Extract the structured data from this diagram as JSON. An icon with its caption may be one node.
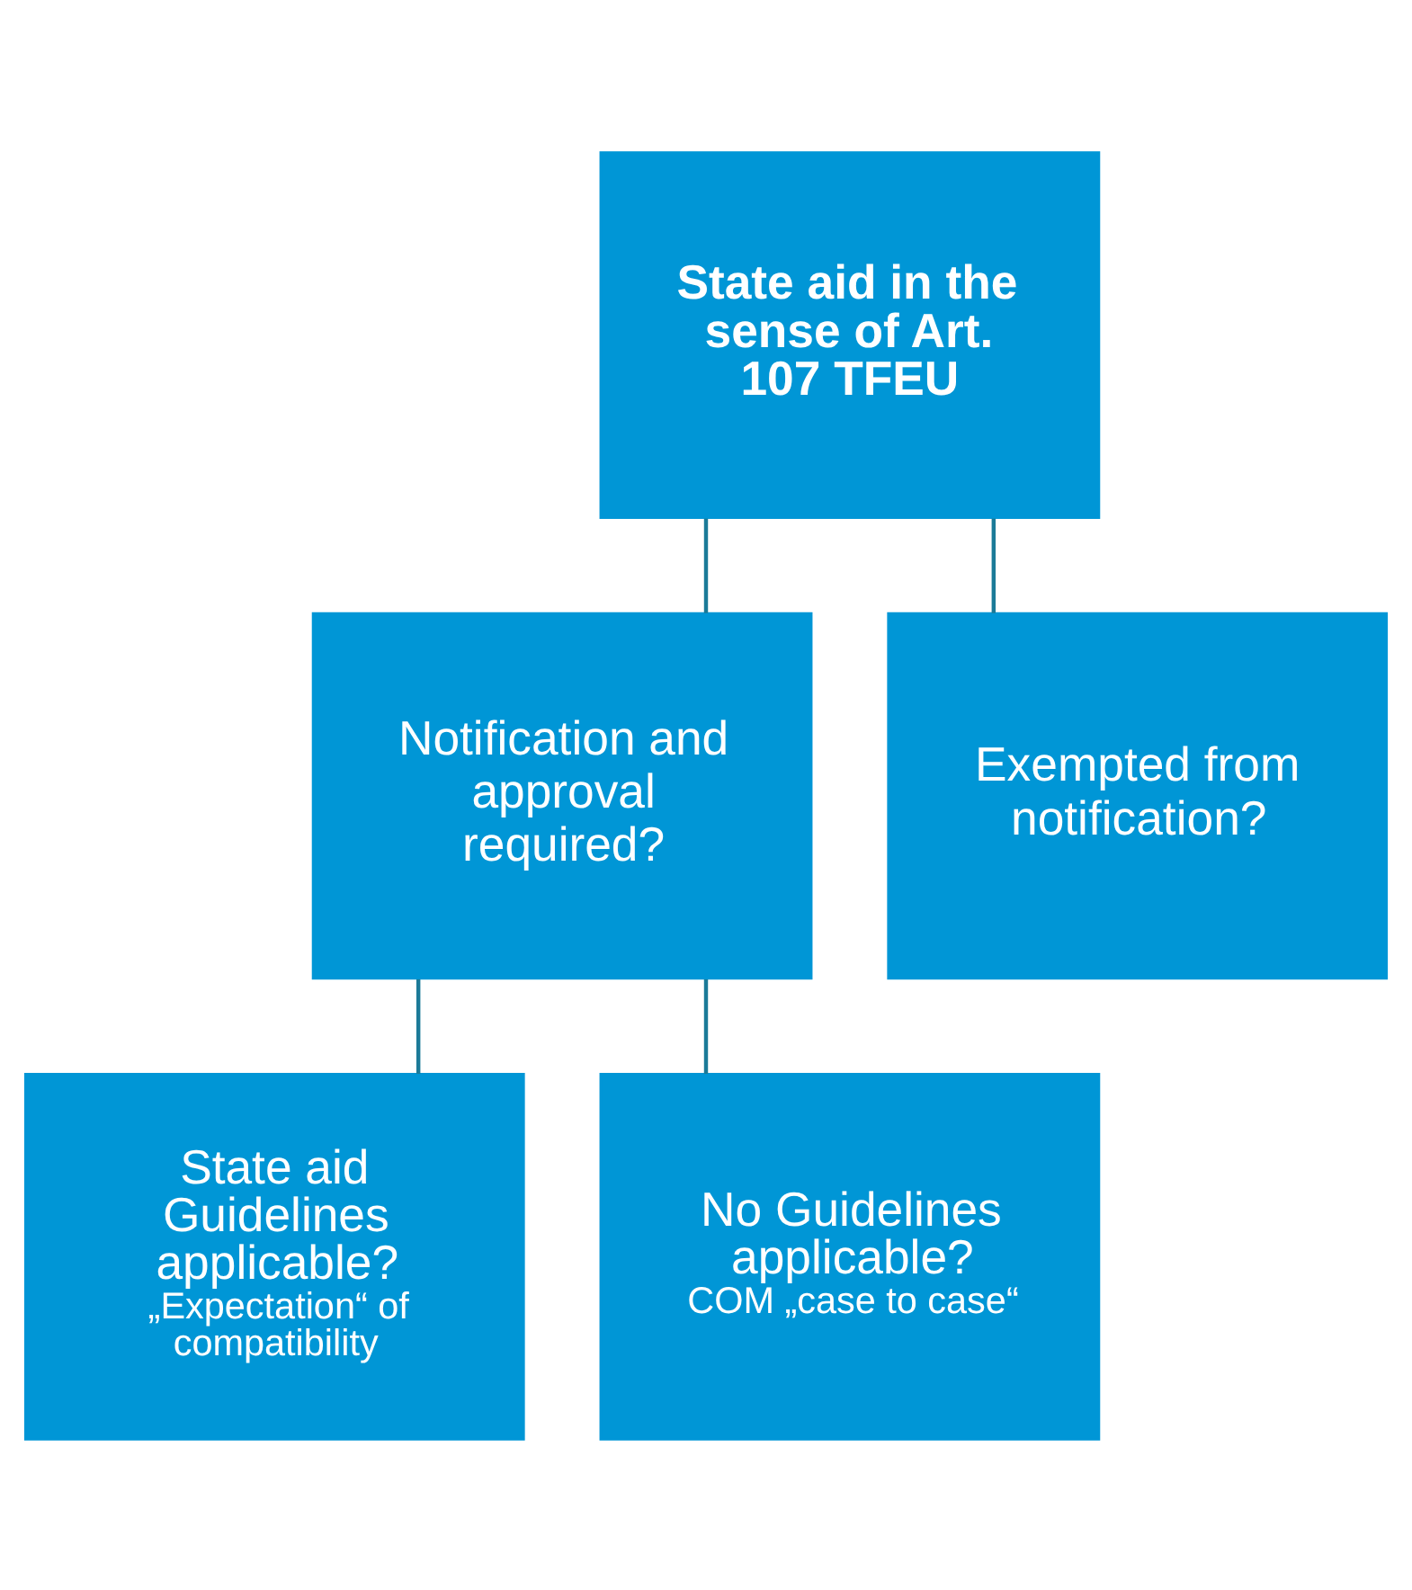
{
  "diagram": {
    "nodes": [
      {
        "text": [
          "State aid in the sense of Art. 107 TFEU"
        ]
      },
      {
        "text": [
          "Notification and approval required?"
        ]
      },
      {
        "text": [
          "Exempted from notification?"
        ]
      },
      {
        "text": [
          "State aid Guidelines applicable?",
          "„Expectation“ of compatibility"
        ]
      },
      {
        "text": [
          "No Guidelines applicable?",
          "COM „case to case“"
        ]
      }
    ],
    "edges": [
      {
        "from": 0,
        "to": 1,
        "arrow": "none"
      },
      {
        "from": 0,
        "to": 2,
        "arrow": "none"
      },
      {
        "from": 1,
        "to": 3,
        "arrow": "none"
      },
      {
        "from": 1,
        "to": 4,
        "arrow": "none"
      }
    ]
  }
}
